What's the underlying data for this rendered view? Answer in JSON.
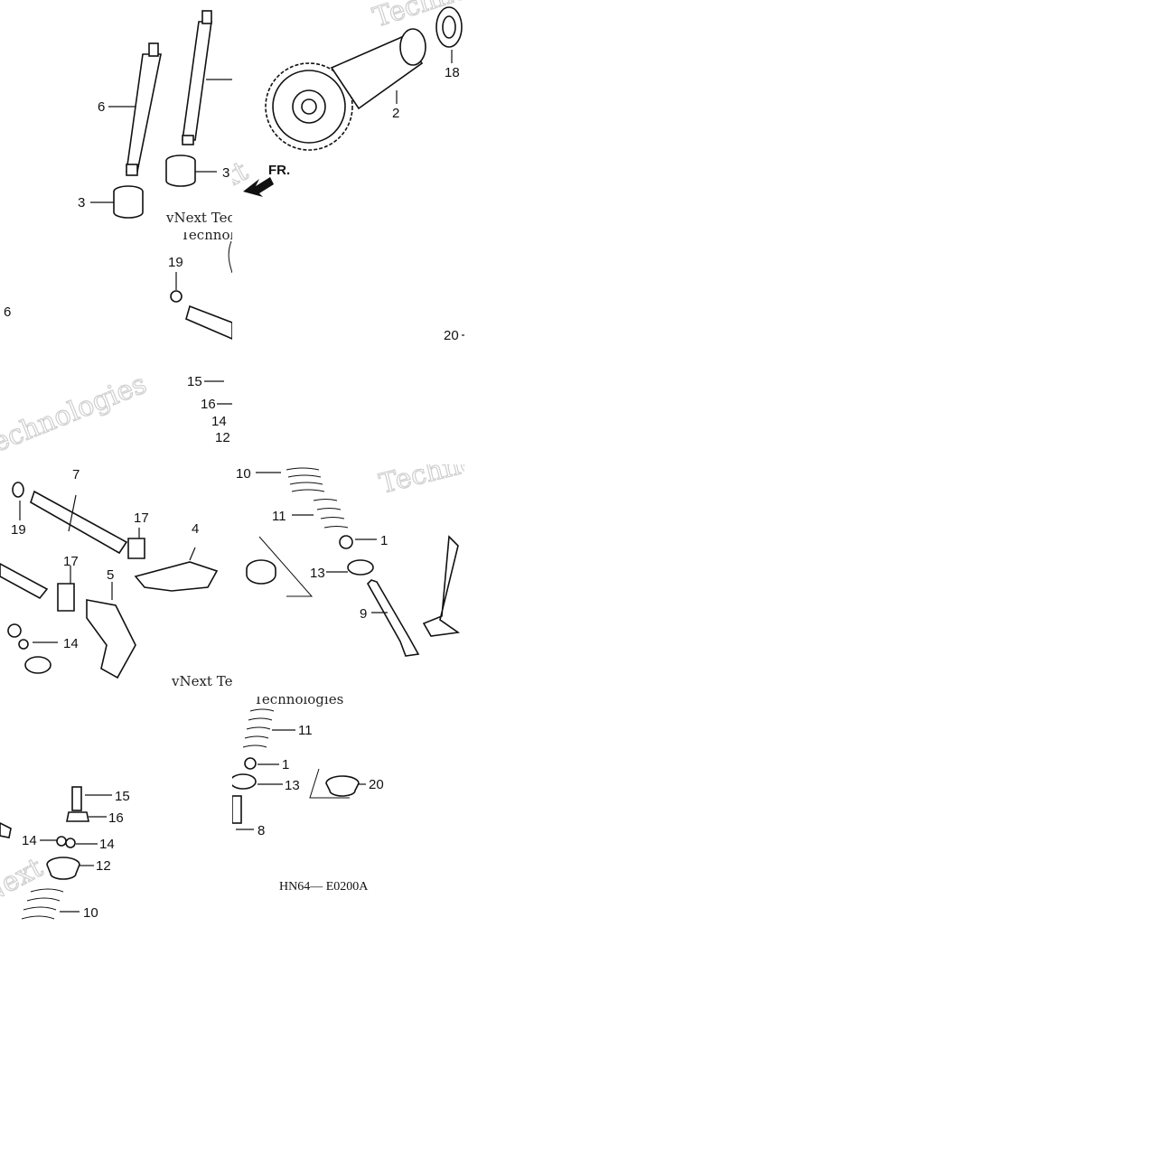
{
  "diagram": {
    "code": "HN64— E0200A",
    "front_marker": "FR.",
    "watermark": {
      "brand": "vNext Technologies",
      "technologies": "Technologies",
      "vnext": "vNext"
    },
    "callouts": {
      "c1": "1",
      "c2": "2",
      "c3": "3",
      "c4": "4",
      "c5": "5",
      "c6": "6",
      "c7": "7",
      "c8": "8",
      "c9": "9",
      "c10": "10",
      "c11": "11",
      "c12": "12",
      "c13": "13",
      "c14": "14",
      "c15": "15",
      "c16": "16",
      "c17": "17",
      "c18": "18",
      "c19": "19",
      "c20": "20"
    }
  },
  "colors": {
    "ink": "#111111",
    "background": "#ffffff",
    "watermark": "#cfcfcf"
  }
}
